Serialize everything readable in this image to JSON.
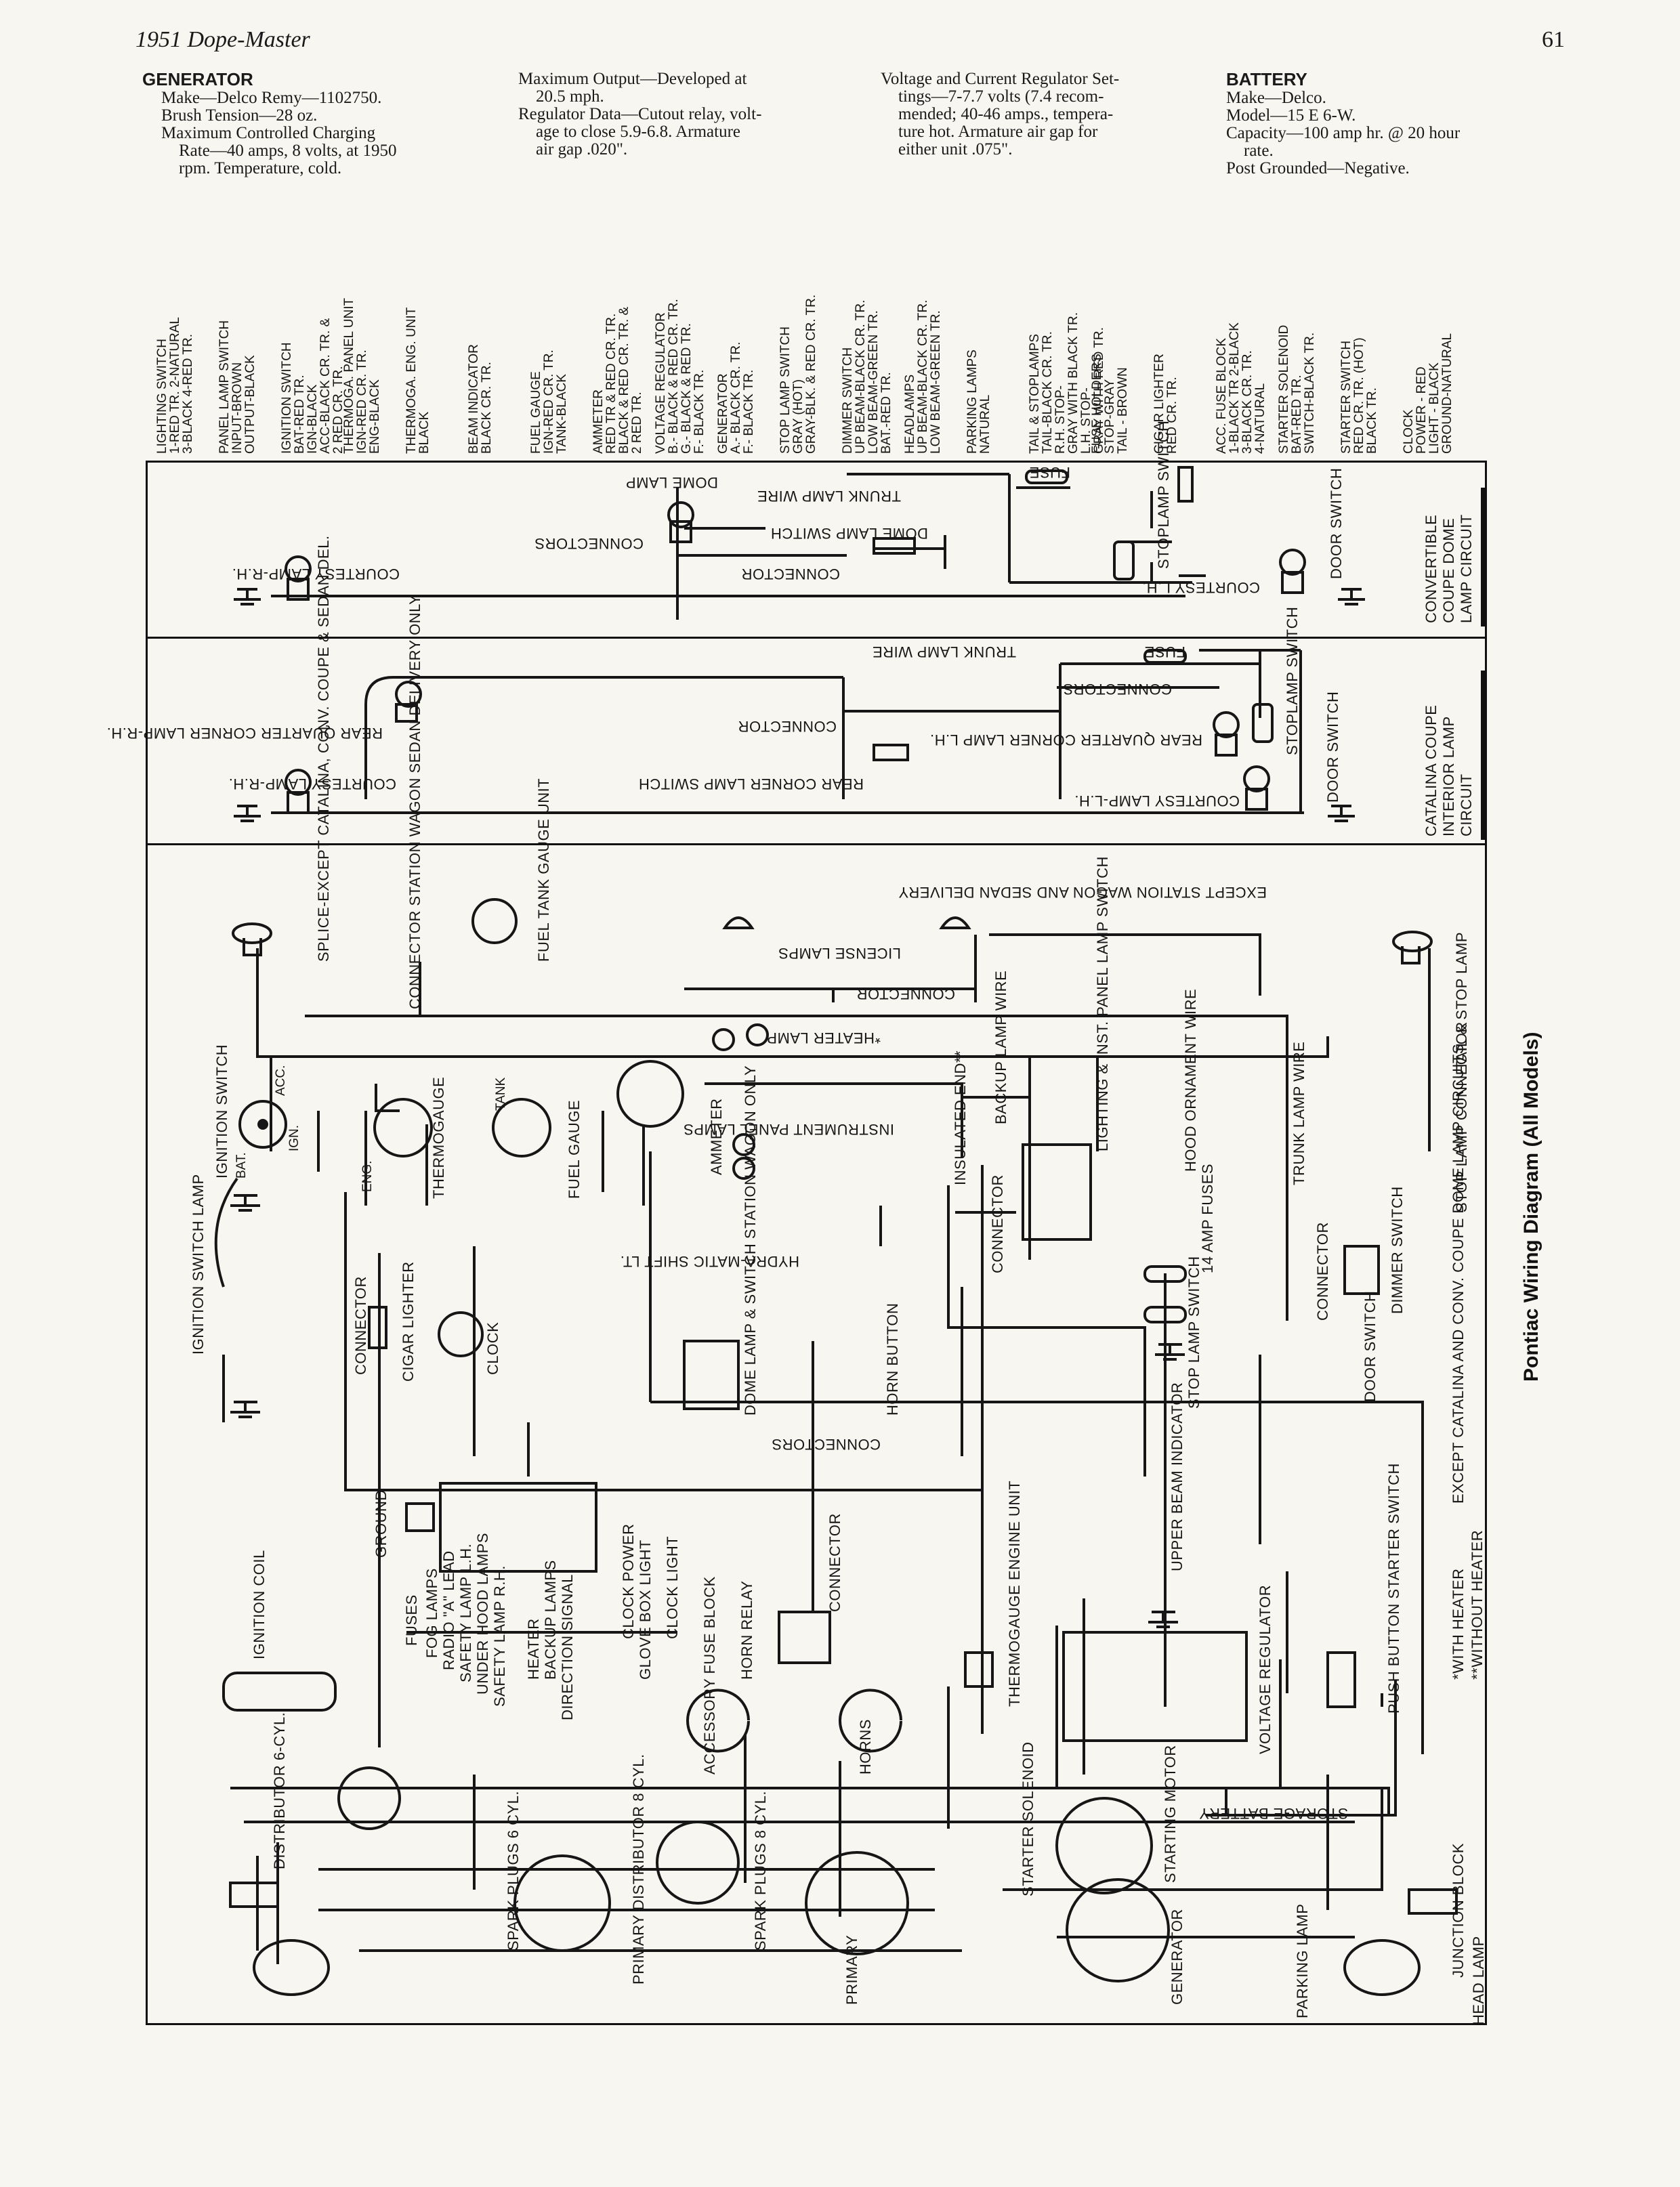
{
  "header": {
    "title": "1951 Dope-Master",
    "page_number": "61"
  },
  "specs": {
    "generator": {
      "heading": "GENERATOR",
      "lines": [
        "Make—Delco Remy—1102750.",
        "Brush Tension—28 oz.",
        "Maximum Controlled Charging",
        "Rate—40 amps, 8 volts, at 1950",
        "rpm. Temperature, cold."
      ]
    },
    "output": {
      "lines": [
        "Maximum Output—Developed at",
        "20.5 mph.",
        "Regulator Data—Cutout relay, volt-",
        "age to close 5.9-6.8. Armature",
        "air gap .020\"."
      ]
    },
    "regulator": {
      "lines": [
        "Voltage and Current Regulator Set-",
        "tings—7-7.7 volts (7.4 recom-",
        "mended; 40-46 amps., tempera-",
        "ture hot. Armature air gap for",
        "either unit .075\"."
      ]
    },
    "battery": {
      "heading": "BATTERY",
      "lines": [
        "Make—Delco.",
        "Model—15 E 6-W.",
        "Capacity—100 amp hr. @ 20 hour",
        "rate.",
        "Post Grounded—Negative."
      ]
    }
  },
  "wire_codes": [
    [
      "LIGHTING SWITCH",
      "1-RED TR. 2-NATURAL",
      "3-BLACK 4-RED TR."
    ],
    [
      "PANEL LAMP SWITCH",
      "INPUT-BROWN",
      "OUTPUT-BLACK"
    ],
    [
      "IGNITION SWITCH",
      "BAT-RED TR.",
      "IGN-BLACK",
      "ACC-BLACK CR. TR. &",
      "2 RED CR. TR."
    ],
    [
      "THERMOGA. PANEL UNIT",
      "IGN-RED CR. TR.",
      "ENG-BLACK"
    ],
    [
      "THERMOGA. ENG. UNIT",
      "BLACK"
    ],
    [
      "BEAM INDICATOR",
      "BLACK CR. TR."
    ],
    [
      "FUEL GAUGE",
      "IGN-RED CR. TR.",
      "TANK-BLACK"
    ],
    [
      "AMMETER",
      "RED TR & RED CR. TR.",
      "BLACK & RED CR. TR. &",
      "2 RED TR."
    ],
    [
      "VOLTAGE REGULATOR",
      "B.- BLACK & RED CR. TR.",
      "G.- BLACK & RED TR.",
      "F.- BLACK TR."
    ],
    [
      "GENERATOR",
      "A.- BLACK CR. TR.",
      "F.- BLACK TR."
    ],
    [
      "STOP LAMP SWITCH",
      "GRAY (HOT)",
      "GRAY-BLK. & RED CR. TR."
    ],
    [
      "DIMMER SWITCH",
      "UP BEAM-BLACK CR. TR.",
      "LOW BEAM-GREEN TR.",
      "BAT.-RED TR."
    ],
    [
      "HEADLAMPS",
      "UP BEAM-BLACK CR. TR.",
      "LOW BEAM-GREEN TR."
    ],
    [
      "PARKING LAMPS",
      "NATURAL"
    ],
    [
      "TAIL & STOPLAMPS",
      "TAIL-BLACK CR. TR.",
      "R.H. STOP-",
      "GRAY WITH BLACK TR.",
      "L.H. STOP-",
      "GRAY WITH RED TR."
    ],
    [
      "FUSE HOLDERS",
      "STOP-GRAY",
      "TAIL - BROWN"
    ],
    [
      "CIGAR LIGHTER",
      "RED CR. TR."
    ],
    [
      "ACC. FUSE BLOCK",
      "1-BLACK TR 2-BLACK",
      "3-BLACK CR. TR.",
      "4-NATURAL"
    ],
    [
      "STARTER SOLENOID",
      "BAT-RED TR.",
      "SWITCH-BLACK TR."
    ],
    [
      "STARTER SWITCH",
      "RED CR. TR. (HOT)",
      "BLACK TR."
    ],
    [
      "CLOCK",
      "POWER - RED",
      "LIGHT - BLACK",
      "GROUND-NATURAL"
    ]
  ],
  "panel_convertible": {
    "side_label": [
      "CONVERTIBLE",
      "COUPE DOME",
      "LAMP CIRCUIT"
    ],
    "labels": {
      "dome_lamp": "DOME LAMP",
      "trunk_lamp_wire": "TRUNK LAMP WIRE",
      "fuse": "FUSE",
      "dome_lamp_switch": "DOME LAMP SWITCH",
      "connectors": "CONNECTORS",
      "connector": "CONNECTOR",
      "courtesy_rh": "COURTESY LAMP-R.H.",
      "courtesy_lh": "COURTESY L.H.",
      "stoplamp_switch": "STOPLAMP SWITCH",
      "door_switch": "DOOR SWITCH"
    }
  },
  "panel_catalina": {
    "side_label": [
      "CATALINA COUPE",
      "INTERIOR LAMP",
      "CIRCUIT"
    ],
    "labels": {
      "trunk_lamp_wire": "TRUNK LAMP WIRE",
      "fuse": "FUSE",
      "connectors": "CONNECTORS",
      "connector": "CONNECTOR",
      "rear_corner_rh": "REAR QUARTER CORNER LAMP-R.H.",
      "rear_corner_switch": "REAR CORNER LAMP SWITCH",
      "courtesy_rh": "COURTESY LAMP-R.H.",
      "rear_corner_lh": "REAR QUARTER CORNER LAMP L.H.",
      "courtesy_lh": "COURTESY LAMP-L.H.",
      "stoplamp_switch": "STOPLAMP SWITCH",
      "door_switch": "DOOR SWITCH"
    }
  },
  "main_panel": {
    "labels": {
      "splice": "SPLICE-EXCEPT CATALINA, CONV. COUPE & SEDAN DEL.",
      "connector_wagon": "CONNECTOR STATION WAGON SEDAN DELIVERY ONLY",
      "fuel_tank_unit": "FUEL TANK GAUGE UNIT",
      "except_wagon": "EXCEPT STATION WAGON AND SEDAN DELIVERY",
      "license_lamps": "LICENSE LAMPS",
      "connector": "CONNECTOR",
      "heater_lamp": "*HEATER LAMP",
      "ignition_switch": "IGNITION SWITCH",
      "acc": "ACC.",
      "bat": "BAT.",
      "ign": "IGN.",
      "eng": "ENG.",
      "tank": "TANK",
      "thermogauge": "THERMOGAUGE",
      "fuel_gauge": "FUEL GAUGE",
      "ammeter": "AMMETER",
      "instrument_panel_lamps": "INSTRUMENT PANEL LAMPS",
      "insulated_end": "INSULATED END**",
      "backup_lamp_wire": "BACKUP LAMP WIRE",
      "lighting_switch": "LIGHTING & INST. PANEL LAMP SWITCH",
      "hood_ornament_wire": "HOOD ORNAMENT WIRE",
      "trunk_lamp_wire": "TRUNK LAMP WIRE",
      "tail_stop_lamp": "TAIL & STOP LAMP",
      "stop_lamp_connector": "STOP LAMP CONNECTOR",
      "ignition_switch_lamp": "IGNITION SWITCH LAMP",
      "hydramatic": "HYDRA-MATIC SHIFT LT.",
      "fuses_14amp": "14 AMP FUSES",
      "dimmer_switch": "DIMMER SWITCH",
      "cigar_lighter": "CIGAR LIGHTER",
      "clock": "CLOCK",
      "dome_lamp_switch": "DOME LAMP & SWITCH STATION WAGON ONLY",
      "horn_button": "HORN BUTTON",
      "stop_lamp_switch": "STOP LAMP SWITCH",
      "door_switch": "DOOR SWITCH",
      "except_catalina": "EXCEPT CATALINA AND CONV. COUPE DOME LAMP CIRCUITS",
      "connectors": "CONNECTORS",
      "ground": "GROUND",
      "fuse_block_items": [
        "FUSES",
        "FOG LAMPS",
        "RADIO \"A\" LEAD",
        "SAFETY LAMP L.H.",
        "UNDER HOOD LAMPS",
        "SAFETY LAMP R.H."
      ],
      "heater": "HEATER",
      "backup_lamps": "BACKUP LAMPS",
      "direction_signal": "DIRECTION SIGNAL",
      "clock_power": "CLOCK POWER",
      "glove_box_light": "GLOVE BOX LIGHT",
      "clock_light": "CLOCK LIGHT",
      "accessory_fuse_block": "ACCESSORY FUSE BLOCK",
      "horn_relay": "HORN RELAY",
      "horns": "HORNS",
      "thermogauge_engine": "THERMOGAUGE ENGINE UNIT",
      "upper_beam": "UPPER BEAM INDICATOR",
      "voltage_regulator": "VOLTAGE REGULATOR",
      "with_heater": "*WITH HEATER",
      "without_heater": "**WITHOUT HEATER",
      "push_button": "PUSH BUTTON STARTER SWITCH",
      "ignition_coil": "IGNITION COIL",
      "distributor_6": "DISTRIBUTOR 6-CYL.",
      "storage_battery": "STORAGE BATTERY",
      "spark_plugs_6": "SPARK PLUGS 6 CYL.",
      "primary_dist_8": "PRIMARY DISTRIBUTOR 8 CYL.",
      "spark_plugs_8": "SPARK PLUGS 8 CYL.",
      "primary": "PRIMARY",
      "starter_solenoid": "STARTER SOLENOID",
      "starting_motor": "STARTING MOTOR",
      "generator": "GENERATOR",
      "parking_lamp": "PARKING LAMP",
      "junction_block": "JUNCTION BLOCK",
      "head_lamp": "HEAD LAMP"
    }
  },
  "caption": "Pontiac Wiring Diagram (All Models)"
}
